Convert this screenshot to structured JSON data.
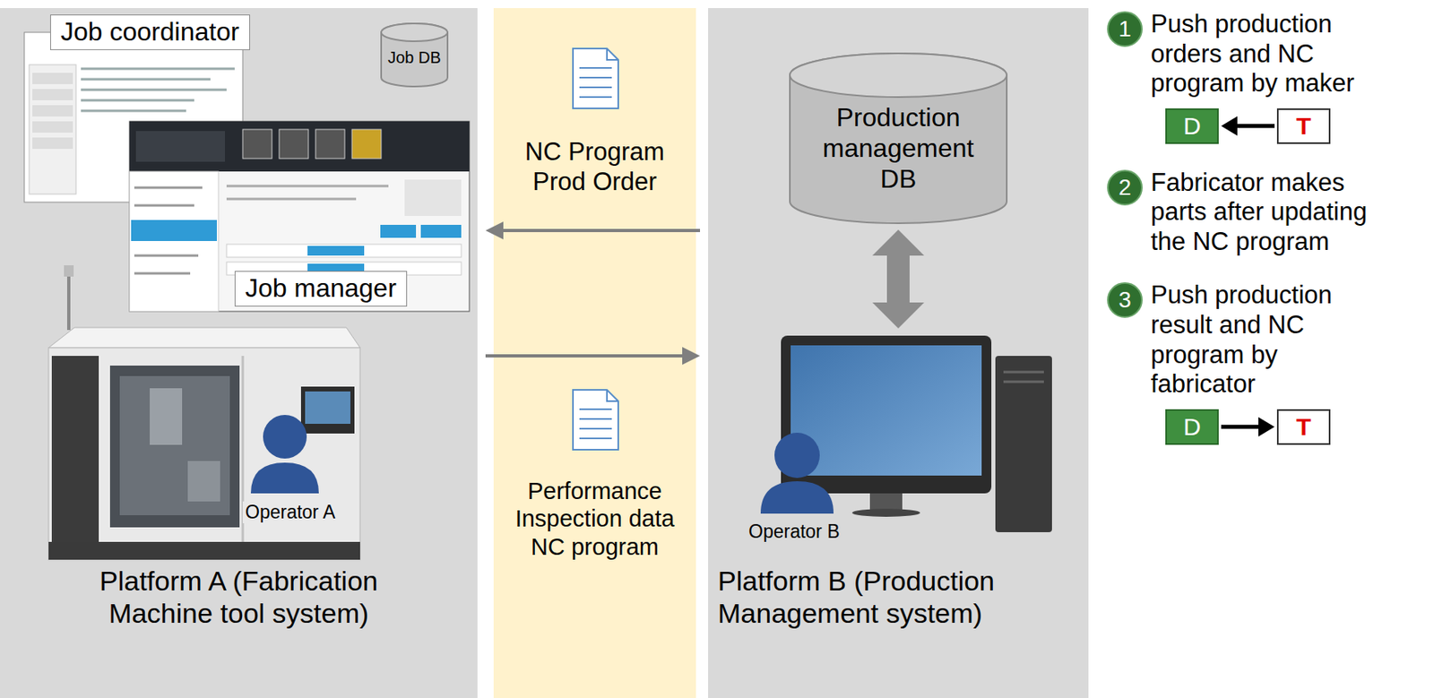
{
  "diagram": {
    "nodes": [
      {
        "text": [
          "Platform A (Fabrication Machine tool system)"
        ]
      },
      {
        "text": [
          "Job coordinator"
        ],
        "in": 0
      },
      {
        "text": [
          "Job DB"
        ],
        "in": 0
      },
      {
        "text": [
          "Job manager"
        ],
        "in": 0
      },
      {
        "text": [
          "NC Program Prod Order",
          "Performance Inspection data NC program"
        ]
      },
      {
        "text": [
          "Platform B (Production Management system)"
        ]
      },
      {
        "text": [
          "Production management DB"
        ],
        "in": 5
      },
      {
        "text": [
          "1"
        ]
      },
      {
        "text": [
          "D"
        ]
      },
      {
        "text": [
          "T"
        ]
      },
      {
        "text": [
          "2"
        ]
      },
      {
        "text": [
          "3"
        ]
      },
      {
        "text": [
          "D"
        ]
      },
      {
        "text": [
          "T"
        ]
      }
    ],
    "edges": [
      {
        "from": 5,
        "to": 0,
        "arrow": "to"
      },
      {
        "from": 0,
        "to": 5,
        "arrow": "to"
      },
      {
        "from": 9,
        "to": 8,
        "arrow": "to"
      },
      {
        "from": 12,
        "to": 13,
        "arrow": "to"
      }
    ],
    "labels": [
      "Operator A",
      "Operator B",
      "Push production orders and NC program by maker",
      "Fabricator makes parts after updating the NC program",
      "Push production result and NC program by fabricator"
    ]
  }
}
